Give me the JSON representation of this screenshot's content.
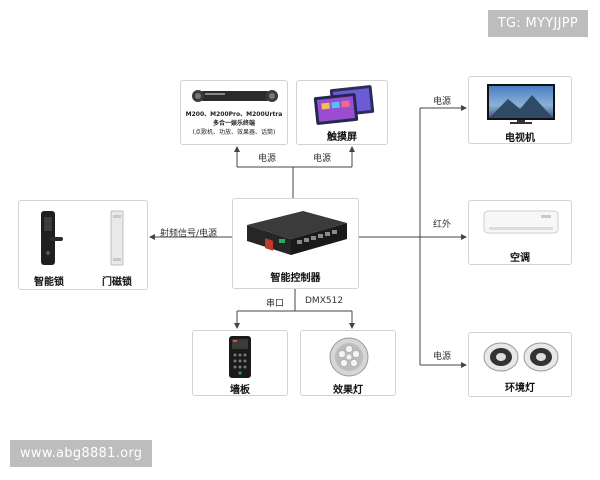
{
  "watermark_top": "TG: MYYJJPP",
  "watermark_bottom": "www.abg8881.org",
  "nodes": {
    "m200": {
      "line1": "M200、M200Pro、M200Urtra",
      "line2": "多合一娱乐终端",
      "line3": "(点歌机、功放、效果器、话筒)"
    },
    "touchscreen": {
      "label": "触摸屏"
    },
    "tv": {
      "label": "电视机"
    },
    "ac": {
      "label": "空调"
    },
    "ambient_light": {
      "label": "环境灯"
    },
    "smart_lock": {
      "label": "智能锁"
    },
    "door_lock": {
      "label": "门磁锁"
    },
    "controller": {
      "label": "智能控制器"
    },
    "wall_panel": {
      "label": "墙板"
    },
    "effect_light": {
      "label": "效果灯"
    }
  },
  "edges": {
    "m200_power": "电源",
    "touch_power": "电源",
    "tv_power": "电源",
    "ac_ir": "红外",
    "ambient_power": "电源",
    "locks_signal": "射频信号/电源",
    "wall_serial": "串口",
    "effect_dmx": "DMX512"
  },
  "colors": {
    "line": "#444444",
    "border": "#d2d2d2",
    "watermark_bg": "#bdbdbd"
  }
}
